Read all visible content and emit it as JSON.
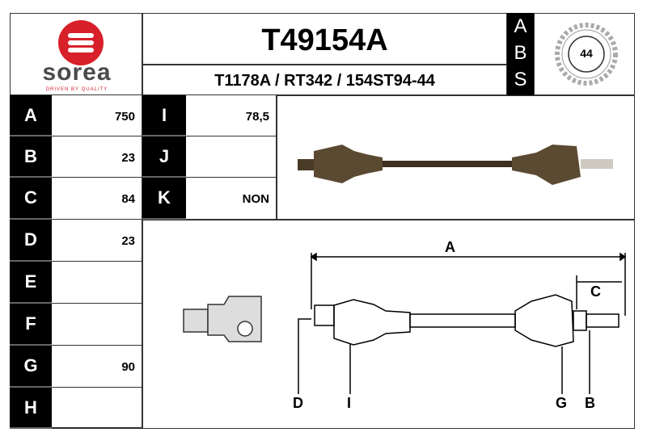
{
  "brand": {
    "name": "sorea",
    "tagline": "DRIVEN BY QUALITY",
    "logo_color": "#d7202a"
  },
  "header": {
    "part_number": "T49154A",
    "references": "T1178A / RT342 / 154ST94-44",
    "abs_letters": [
      "A",
      "B",
      "S"
    ],
    "abs_teeth": "44"
  },
  "specs_left": [
    {
      "label": "A",
      "value": "750"
    },
    {
      "label": "B",
      "value": "23"
    },
    {
      "label": "C",
      "value": "84"
    },
    {
      "label": "D",
      "value": "23"
    },
    {
      "label": "E",
      "value": ""
    },
    {
      "label": "F",
      "value": ""
    },
    {
      "label": "G",
      "value": "90"
    },
    {
      "label": "H",
      "value": ""
    }
  ],
  "specs_right": [
    {
      "label": "I",
      "value": "78,5"
    },
    {
      "label": "J",
      "value": ""
    },
    {
      "label": "K",
      "value": "NON"
    }
  ],
  "diagram_labels": {
    "A": "A",
    "C": "C",
    "D": "D",
    "I": "I",
    "G": "G",
    "B": "B"
  }
}
